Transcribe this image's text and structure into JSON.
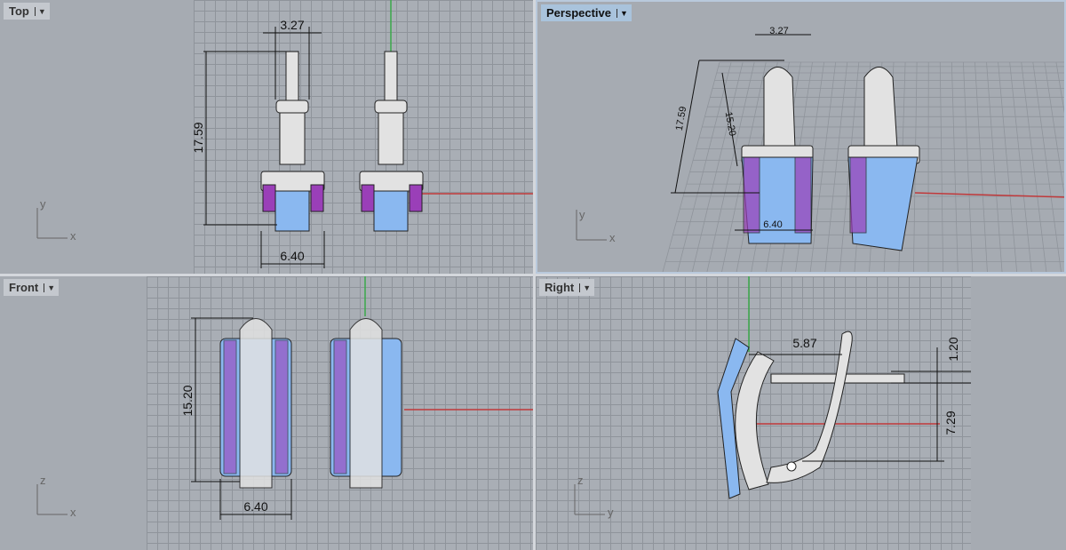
{
  "viewports": [
    {
      "name": "Top",
      "axes": [
        "y",
        "x"
      ],
      "dims": [
        "3.27",
        "17.59",
        "6.40"
      ]
    },
    {
      "name": "Perspective",
      "axes": [
        "y",
        "x"
      ],
      "dims": [
        "3.27",
        "17.59",
        "15.20",
        "6.40"
      ]
    },
    {
      "name": "Front",
      "axes": [
        "z",
        "x"
      ],
      "dims": [
        "15.20",
        "6.40"
      ]
    },
    {
      "name": "Right",
      "axes": [
        "z",
        "y"
      ],
      "dims": [
        "5.87",
        "1.20",
        "7.29"
      ]
    }
  ],
  "colors": {
    "x_axis": "#c0393b",
    "y_axis": "#3aa84a",
    "gem_blue": "#8ab8f0",
    "gem_purple": "#9a3fb8",
    "metal": "#e2e2e2"
  }
}
